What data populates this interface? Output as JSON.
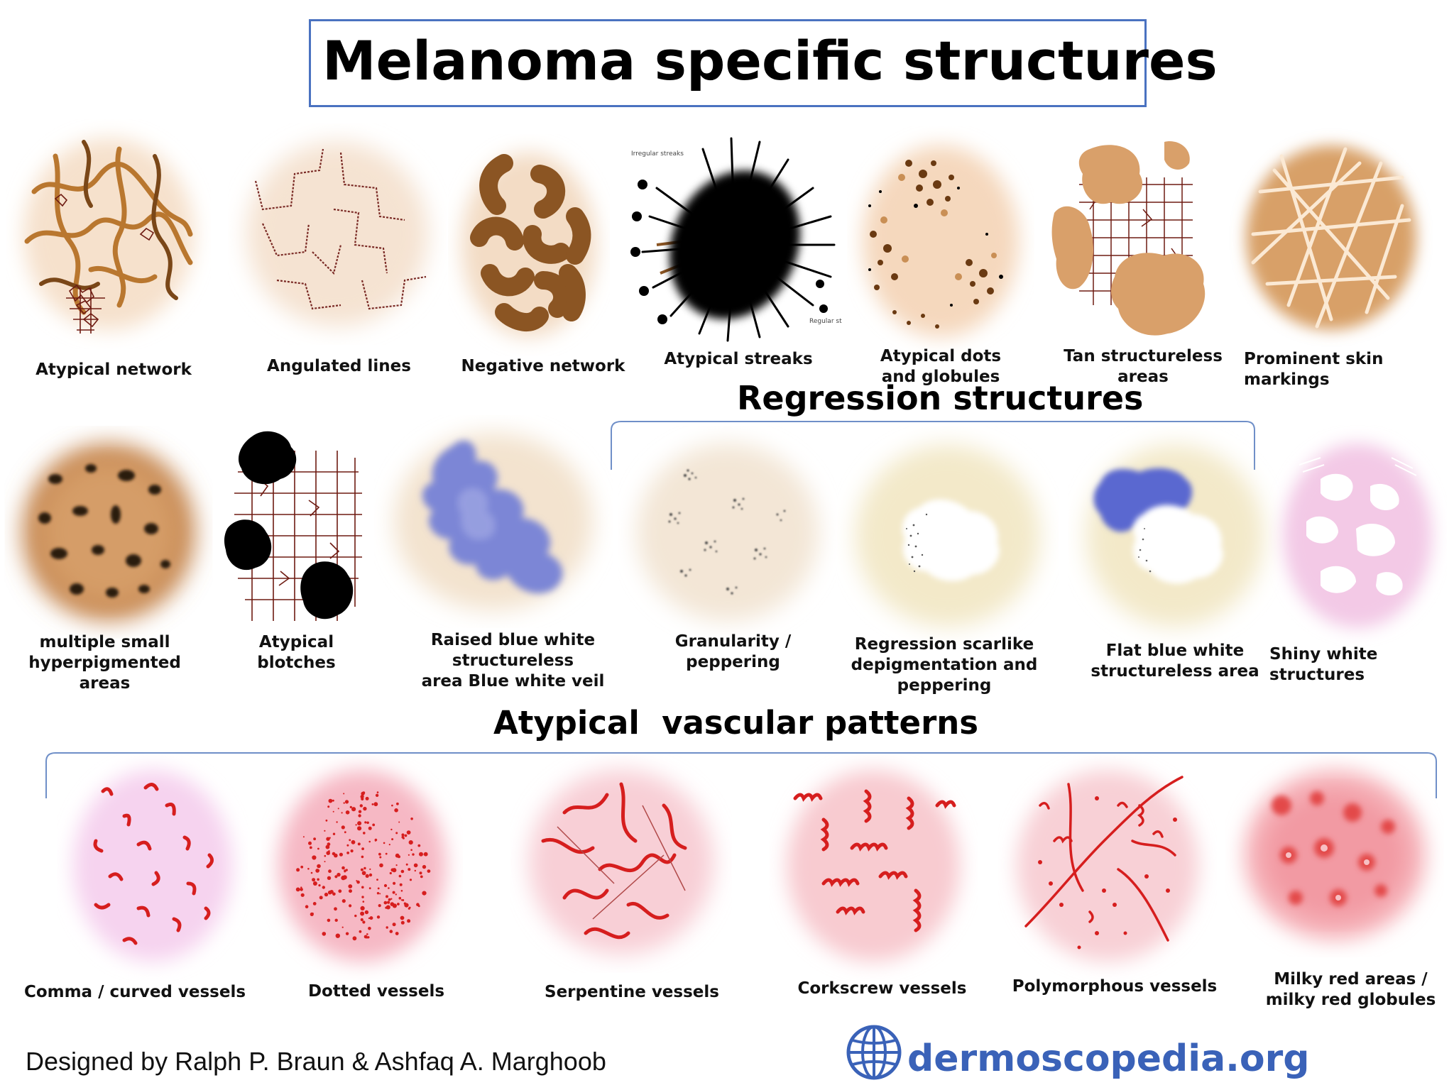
{
  "title": "Melanoma specific structures",
  "sections": {
    "regression": "Regression structures",
    "vascular": "Atypical  vascular patterns"
  },
  "row1": [
    {
      "label": "Atypical network"
    },
    {
      "label": "Angulated lines"
    },
    {
      "label": "Negative network"
    },
    {
      "label": "Atypical streaks",
      "inner_top": "Irregular streaks",
      "inner_bottom": "Regular st"
    },
    {
      "label": "Atypical dots\nand globules"
    },
    {
      "label": "Tan structureless areas"
    },
    {
      "label": "Prominent skin markings"
    }
  ],
  "row2": [
    {
      "label": "multiple small\nhyperpigmented areas"
    },
    {
      "label": "Atypical\nblotches"
    },
    {
      "label": "Raised blue white structureless\narea Blue white veil"
    },
    {
      "label": "Granularity /\npeppering"
    },
    {
      "label": "Regression scarlike\ndepigmentation and peppering"
    },
    {
      "label": "Flat blue white\nstructureless area"
    },
    {
      "label": "Shiny white structures"
    }
  ],
  "row3": [
    {
      "label": "Comma / curved vessels"
    },
    {
      "label": "Dotted vessels"
    },
    {
      "label": "Serpentine vessels"
    },
    {
      "label": "Corkscrew vessels"
    },
    {
      "label": "Polymorphous vessels"
    },
    {
      "label": "Milky red areas /\nmilky red globules"
    }
  ],
  "footer": {
    "credit": "Designed by Ralph P. Braun & Ashfaq A. Marghoob",
    "brand": "dermoscopedia.org"
  },
  "colors": {
    "title_border": "#4a72c0",
    "bracket": "#6f8fc8",
    "brand": "#3a62b8",
    "skin": "#f3d2b3",
    "tan": "#d9a06a",
    "brown": "#8a5422",
    "blue_veil": "#7b86d6",
    "flat_blue": "#5a68d0",
    "red_vessel": "#d61e1e",
    "pink_bg": "#f6c9d2",
    "lilac_bg": "#f3d6ef"
  }
}
